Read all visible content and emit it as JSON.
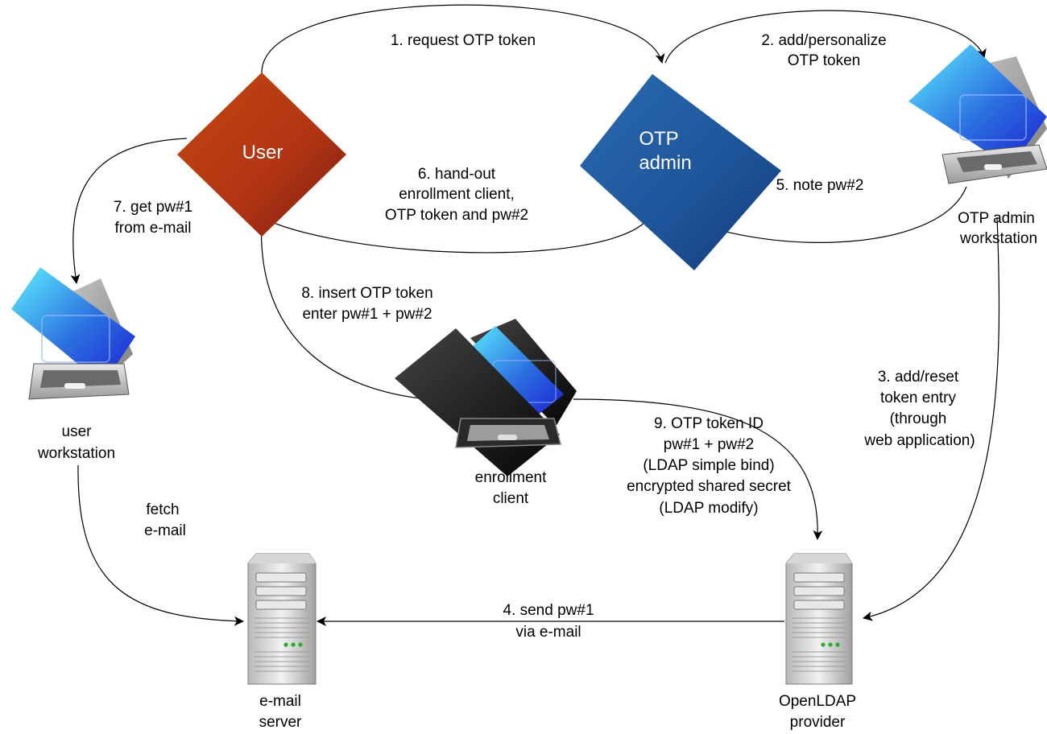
{
  "nodes": {
    "user": {
      "label": "User",
      "color": "#b23a12"
    },
    "otp_admin": {
      "label_line1": "OTP",
      "label_line2": "admin",
      "color": "#1e5499"
    },
    "user_workstation": {
      "label_line1": "user",
      "label_line2": "workstation"
    },
    "otp_admin_workstation": {
      "label_line1": "OTP admin",
      "label_line2": "workstation"
    },
    "enrollment_client": {
      "label_line1": "enrollment",
      "label_line2": "client"
    },
    "email_server": {
      "label_line1": "e-mail",
      "label_line2": "server"
    },
    "openldap_provider": {
      "label_line1": "OpenLDAP",
      "label_line2": "provider"
    }
  },
  "edges": {
    "step1": {
      "lines": [
        "1. request OTP token"
      ]
    },
    "step2": {
      "lines": [
        "2. add/personalize",
        "OTP token"
      ]
    },
    "step3": {
      "lines": [
        "3. add/reset",
        "token entry",
        "(through",
        "web application)"
      ]
    },
    "step4": {
      "lines": [
        "4. send pw#1",
        "via e-mail"
      ]
    },
    "step5": {
      "lines": [
        "5. note pw#2"
      ]
    },
    "step6": {
      "lines": [
        "6. hand-out",
        "enrollment client,",
        "OTP token and pw#2"
      ]
    },
    "step7": {
      "lines": [
        "7. get pw#1",
        "from e-mail"
      ]
    },
    "step8": {
      "lines": [
        "8. insert OTP token",
        "enter pw#1 + pw#2"
      ]
    },
    "step9": {
      "lines": [
        "9. OTP token ID",
        "pw#1 + pw#2",
        "(LDAP simple bind)",
        "encrypted shared secret",
        "(LDAP modify)"
      ]
    },
    "fetch": {
      "lines": [
        "fetch",
        "e-mail"
      ]
    }
  }
}
